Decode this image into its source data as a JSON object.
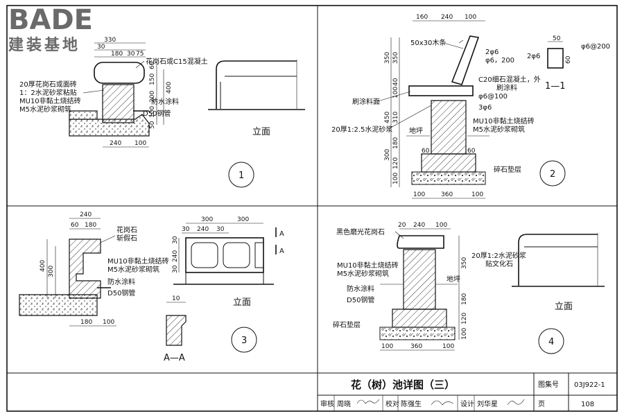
{
  "logo": {
    "brand": "BADE",
    "subtitle": "建装基地"
  },
  "detail1": {
    "number": "1",
    "dims_top": [
      "330",
      "30",
      "180",
      "30",
      "75"
    ],
    "dims_side": [
      "60",
      "150",
      "200",
      "100",
      "50",
      "400"
    ],
    "dims_bottom": [
      "240",
      "100"
    ],
    "labels": [
      "花岗石或C15混凝土",
      "20厚花岗石或面砖",
      "1：2水泥砂浆粘贴",
      "MU10非黏土烧结砖",
      "M5水泥砂浆砌筑",
      "防水涂料",
      "D50钢管"
    ],
    "elev_label": "立面"
  },
  "detail2": {
    "number": "2",
    "dims_top": [
      "160",
      "240",
      "100"
    ],
    "dims_side": [
      "350",
      "350",
      "40",
      "100",
      "450",
      "310",
      "300",
      "120",
      "180",
      "100"
    ],
    "dims_small": [
      "60",
      "60"
    ],
    "dims_bottom": [
      "100",
      "360",
      "100"
    ],
    "labels": [
      "50x30木条",
      "2φ6",
      "φ6，200",
      "C20细石混凝土，外",
      "刷涂料",
      "φ6@100",
      "刷涂料面",
      "3φ6",
      "20厚1:2.5水泥砂浆",
      "MU10非黏土烧结砖",
      "M5水泥砂浆砌筑",
      "地坪",
      "碎石垫层"
    ],
    "section": {
      "title": "1—1",
      "w": "50",
      "h": "60",
      "left": "2φ6",
      "right": "φ6@200"
    }
  },
  "detail3": {
    "number": "3",
    "dims_top": [
      "240",
      "60",
      "180"
    ],
    "dims_side": [
      "400",
      "300"
    ],
    "dims_bottom": [
      "180",
      "100"
    ],
    "labels": [
      "花岗石",
      "斩假石",
      "MU10非黏土烧结砖",
      "M5水泥砂浆砌筑",
      "防水涂料",
      "D50钢管"
    ],
    "elev_dims_top": [
      "300",
      "300"
    ],
    "elev_dims": [
      "30",
      "240",
      "30"
    ],
    "elev_side": [
      "30",
      "240",
      "30"
    ],
    "marker": "A",
    "small_dim": "10",
    "section_label": "A—A",
    "elev_label": "立面"
  },
  "detail4": {
    "number": "4",
    "dims_top": [
      "20",
      "240",
      "100"
    ],
    "dims_side": [
      "350",
      "180",
      "120",
      "100"
    ],
    "dims_bottom": [
      "100",
      "360",
      "100"
    ],
    "labels": [
      "黑色磨光花岗石",
      "20厚1:2水泥砂浆",
      "贴文化石",
      "MU10非黏土烧结砖",
      "M5水泥砂浆砌筑",
      "地坪",
      "防水涂料",
      "D50钢管",
      "碎石垫层"
    ],
    "elev_label": "立面"
  },
  "title_block": {
    "title": "花（树）池详图（三）",
    "atlas_label": "图集号",
    "atlas_no": "03J922-1",
    "page_label": "页",
    "page_no": "108",
    "review_label": "审核",
    "review_name": "周晓",
    "check_label": "校对",
    "check_name": "陈强生",
    "design_label": "设计",
    "design_name": "刘华星"
  }
}
